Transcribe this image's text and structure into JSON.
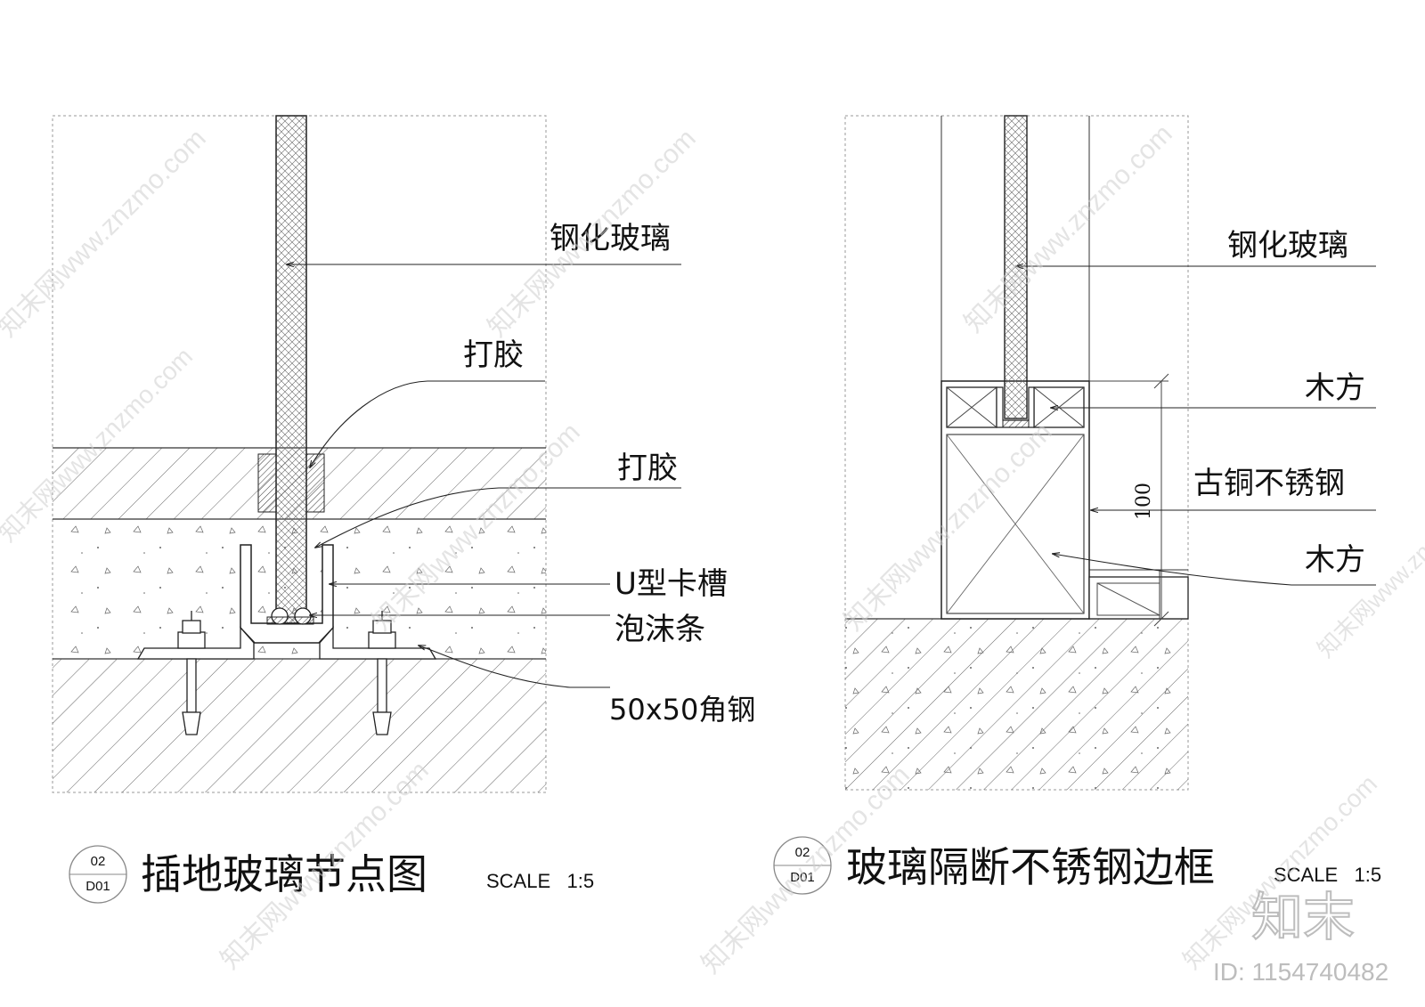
{
  "left_detail": {
    "labels": {
      "tempered_glass": "钢化玻璃",
      "glue_1": "打胶",
      "glue_2": "打胶",
      "u_channel": "U型卡槽",
      "foam_strip": "泡沫条",
      "angle_steel": "50x50角钢"
    },
    "title": "插地玻璃节点图",
    "scale": "SCALE   1:5",
    "badge_top": "02",
    "badge_bottom": "D01"
  },
  "right_detail": {
    "labels": {
      "tempered_glass": "钢化玻璃",
      "wood_block_1": "木方",
      "stainless": "古铜不锈钢",
      "wood_block_2": "木方"
    },
    "dimension": "100",
    "title": "玻璃隔断不锈钢边框",
    "scale": "SCALE   1:5",
    "badge_top": "02",
    "badge_bottom": "D01"
  },
  "watermark": {
    "logo": "知末",
    "site": "知末网www.znzmo.com",
    "id": "ID: 1154740482"
  }
}
